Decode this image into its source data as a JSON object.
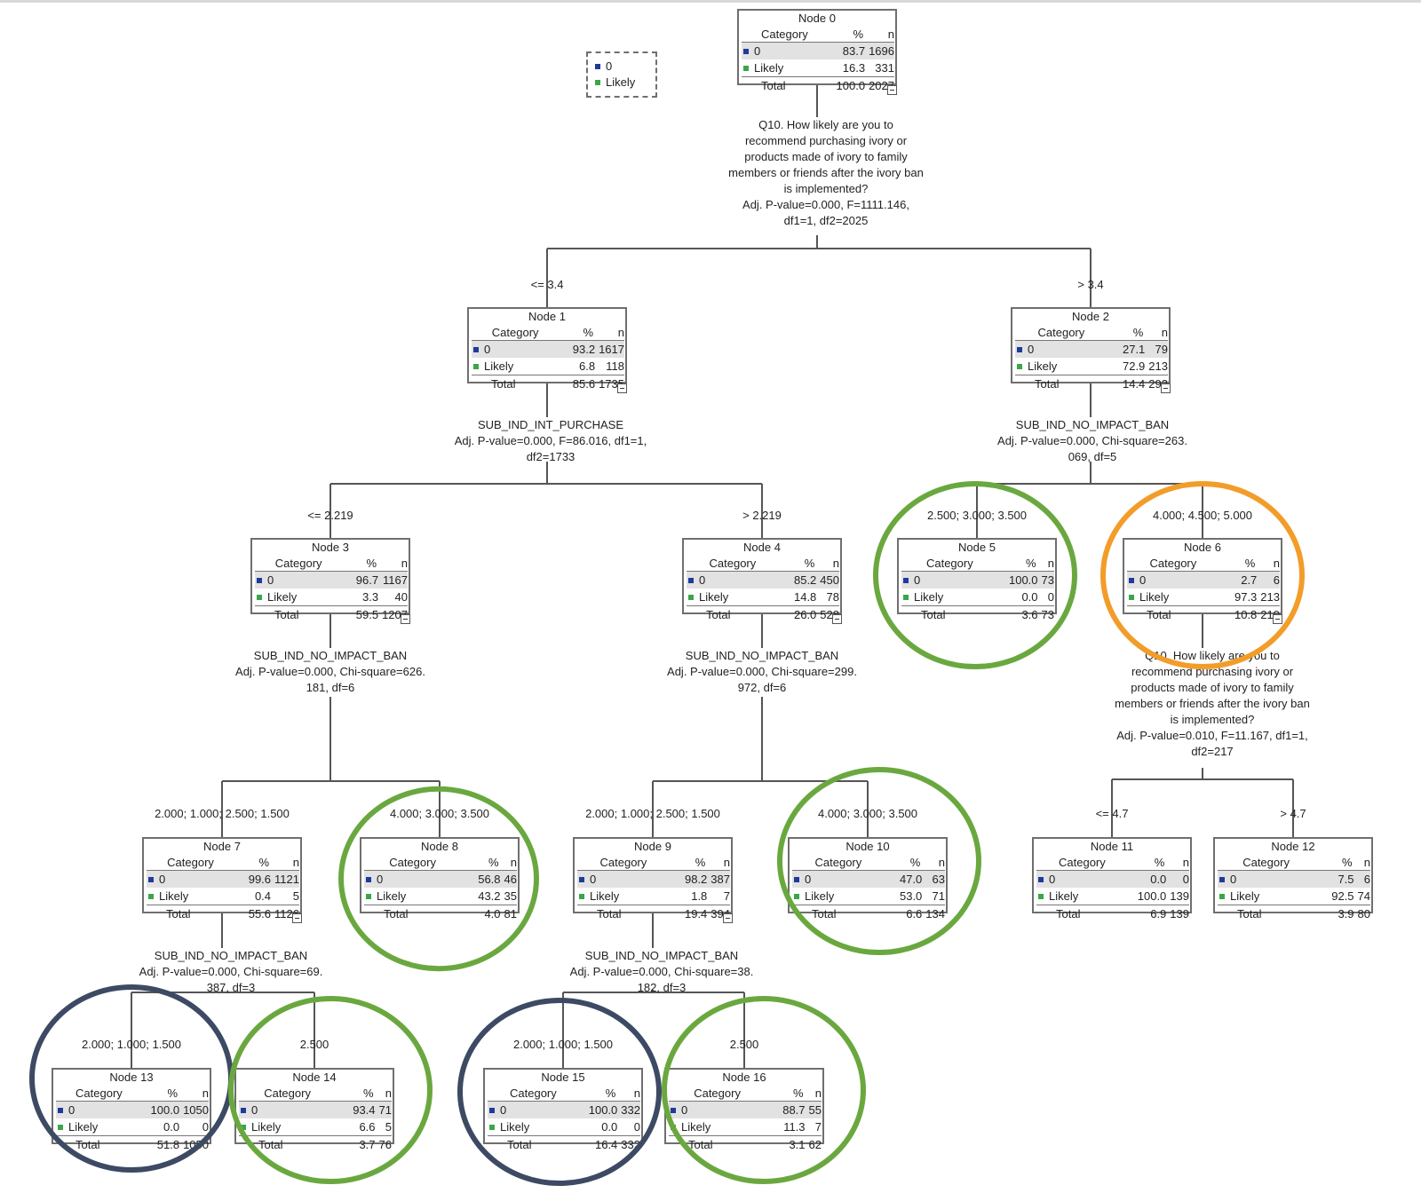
{
  "legend": {
    "items": [
      {
        "label": "0",
        "color": "#1f3b9a"
      },
      {
        "label": "Likely",
        "color": "#3aa64a"
      }
    ]
  },
  "headers": {
    "category": "Category",
    "pct": "%",
    "n": "n"
  },
  "nodes": [
    {
      "id": "node0",
      "title": "Node 0",
      "rows": [
        {
          "cat": "0",
          "pct": "83.7",
          "n": "1696"
        },
        {
          "cat": "Likely",
          "pct": "16.3",
          "n": "331"
        }
      ],
      "total": {
        "pct": "100.0",
        "n": "2027"
      }
    },
    {
      "id": "node1",
      "title": "Node 1",
      "rows": [
        {
          "cat": "0",
          "pct": "93.2",
          "n": "1617"
        },
        {
          "cat": "Likely",
          "pct": "6.8",
          "n": "118"
        }
      ],
      "total": {
        "pct": "85.6",
        "n": "1735"
      }
    },
    {
      "id": "node2",
      "title": "Node 2",
      "rows": [
        {
          "cat": "0",
          "pct": "27.1",
          "n": "79"
        },
        {
          "cat": "Likely",
          "pct": "72.9",
          "n": "213"
        }
      ],
      "total": {
        "pct": "14.4",
        "n": "292"
      }
    },
    {
      "id": "node3",
      "title": "Node 3",
      "rows": [
        {
          "cat": "0",
          "pct": "96.7",
          "n": "1167"
        },
        {
          "cat": "Likely",
          "pct": "3.3",
          "n": "40"
        }
      ],
      "total": {
        "pct": "59.5",
        "n": "1207"
      }
    },
    {
      "id": "node4",
      "title": "Node 4",
      "rows": [
        {
          "cat": "0",
          "pct": "85.2",
          "n": "450"
        },
        {
          "cat": "Likely",
          "pct": "14.8",
          "n": "78"
        }
      ],
      "total": {
        "pct": "26.0",
        "n": "528"
      }
    },
    {
      "id": "node5",
      "title": "Node 5",
      "rows": [
        {
          "cat": "0",
          "pct": "100.0",
          "n": "73"
        },
        {
          "cat": "Likely",
          "pct": "0.0",
          "n": "0"
        }
      ],
      "total": {
        "pct": "3.6",
        "n": "73"
      }
    },
    {
      "id": "node6",
      "title": "Node 6",
      "rows": [
        {
          "cat": "0",
          "pct": "2.7",
          "n": "6"
        },
        {
          "cat": "Likely",
          "pct": "97.3",
          "n": "213"
        }
      ],
      "total": {
        "pct": "10.8",
        "n": "219"
      }
    },
    {
      "id": "node7",
      "title": "Node 7",
      "rows": [
        {
          "cat": "0",
          "pct": "99.6",
          "n": "1121"
        },
        {
          "cat": "Likely",
          "pct": "0.4",
          "n": "5"
        }
      ],
      "total": {
        "pct": "55.6",
        "n": "1126"
      }
    },
    {
      "id": "node8",
      "title": "Node 8",
      "rows": [
        {
          "cat": "0",
          "pct": "56.8",
          "n": "46"
        },
        {
          "cat": "Likely",
          "pct": "43.2",
          "n": "35"
        }
      ],
      "total": {
        "pct": "4.0",
        "n": "81"
      }
    },
    {
      "id": "node9",
      "title": "Node 9",
      "rows": [
        {
          "cat": "0",
          "pct": "98.2",
          "n": "387"
        },
        {
          "cat": "Likely",
          "pct": "1.8",
          "n": "7"
        }
      ],
      "total": {
        "pct": "19.4",
        "n": "394"
      }
    },
    {
      "id": "node10",
      "title": "Node 10",
      "rows": [
        {
          "cat": "0",
          "pct": "47.0",
          "n": "63"
        },
        {
          "cat": "Likely",
          "pct": "53.0",
          "n": "71"
        }
      ],
      "total": {
        "pct": "6.6",
        "n": "134"
      }
    },
    {
      "id": "node11",
      "title": "Node 11",
      "rows": [
        {
          "cat": "0",
          "pct": "0.0",
          "n": "0"
        },
        {
          "cat": "Likely",
          "pct": "100.0",
          "n": "139"
        }
      ],
      "total": {
        "pct": "6.9",
        "n": "139"
      }
    },
    {
      "id": "node12",
      "title": "Node 12",
      "rows": [
        {
          "cat": "0",
          "pct": "7.5",
          "n": "6"
        },
        {
          "cat": "Likely",
          "pct": "92.5",
          "n": "74"
        }
      ],
      "total": {
        "pct": "3.9",
        "n": "80"
      }
    },
    {
      "id": "node13",
      "title": "Node 13",
      "rows": [
        {
          "cat": "0",
          "pct": "100.0",
          "n": "1050"
        },
        {
          "cat": "Likely",
          "pct": "0.0",
          "n": "0"
        }
      ],
      "total": {
        "pct": "51.8",
        "n": "1050"
      }
    },
    {
      "id": "node14",
      "title": "Node 14",
      "rows": [
        {
          "cat": "0",
          "pct": "93.4",
          "n": "71"
        },
        {
          "cat": "Likely",
          "pct": "6.6",
          "n": "5"
        }
      ],
      "total": {
        "pct": "3.7",
        "n": "76"
      }
    },
    {
      "id": "node15",
      "title": "Node 15",
      "rows": [
        {
          "cat": "0",
          "pct": "100.0",
          "n": "332"
        },
        {
          "cat": "Likely",
          "pct": "0.0",
          "n": "0"
        }
      ],
      "total": {
        "pct": "16.4",
        "n": "332"
      }
    },
    {
      "id": "node16",
      "title": "Node 16",
      "rows": [
        {
          "cat": "0",
          "pct": "88.7",
          "n": "55"
        },
        {
          "cat": "Likely",
          "pct": "11.3",
          "n": "7"
        }
      ],
      "total": {
        "pct": "3.1",
        "n": "62"
      }
    }
  ],
  "splits": {
    "node0": "Q10. How likely are you to\nrecommend purchasing ivory or\nproducts made of ivory to family\nmembers or friends after the ivory ban\nis implemented?\nAdj. P-value=0.000, F=1111.146,\ndf1=1, df2=2025",
    "node1": "SUB_IND_INT_PURCHASE\nAdj. P-value=0.000, F=86.016, df1=1,\ndf2=1733",
    "node2": "SUB_IND_NO_IMPACT_BAN\nAdj. P-value=0.000, Chi-square=263.\n069, df=5",
    "node3": "SUB_IND_NO_IMPACT_BAN\nAdj. P-value=0.000, Chi-square=626.\n181, df=6",
    "node4": "SUB_IND_NO_IMPACT_BAN\nAdj. P-value=0.000, Chi-square=299.\n972, df=6",
    "node6": "Q10. How likely are you to\nrecommend purchasing ivory or\nproducts made of ivory to family\nmembers or friends after the ivory ban\nis implemented?\nAdj. P-value=0.010, F=11.167, df1=1,\ndf2=217",
    "node7": "SUB_IND_NO_IMPACT_BAN\nAdj. P-value=0.000, Chi-square=69.\n387, df=3",
    "node9": "SUB_IND_NO_IMPACT_BAN\nAdj. P-value=0.000, Chi-square=38.\n182, df=3"
  },
  "edge_labels": {
    "to_node1": "<= 3.4",
    "to_node2": "> 3.4",
    "to_node3": "<= 2.219",
    "to_node4": "> 2.219",
    "to_node5": "2.500; 3.000; 3.500",
    "to_node6": "4.000; 4.500; 5.000",
    "to_node7": "2.000; 1.000; 2.500; 1.500",
    "to_node8": "4.000; 3.000; 3.500",
    "to_node9": "2.000; 1.000; 2.500; 1.500",
    "to_node10": "4.000; 3.000; 3.500",
    "to_node11": "<= 4.7",
    "to_node12": "> 4.7",
    "to_node13": "2.000; 1.000; 1.500",
    "to_node14": "2.500",
    "to_node15": "2.000; 1.000; 1.500",
    "to_node16": "2.500"
  },
  "highlight_colors": {
    "green": "#6aa83f",
    "orange": "#f29d2a",
    "navy": "#3c4a63"
  }
}
